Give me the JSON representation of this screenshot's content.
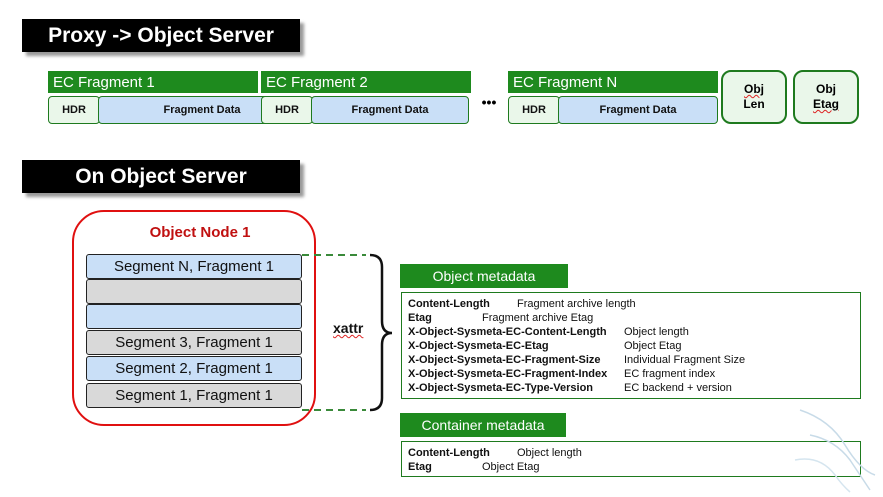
{
  "proxy_banner": "Proxy -> Object Server",
  "fragments": [
    {
      "title": "EC Fragment 1",
      "hdr": "HDR",
      "data": "Fragment Data"
    },
    {
      "title": "EC Fragment 2",
      "hdr": "HDR",
      "data": "Fragment Data"
    },
    {
      "title": "EC Fragment N",
      "hdr": "HDR",
      "data": "Fragment Data"
    }
  ],
  "ellipsis": "•••",
  "obj_len": {
    "line1": "Obj",
    "line2": "Len"
  },
  "obj_etag": {
    "line1": "Obj",
    "line2": "Etag"
  },
  "server_banner": "On Object Server",
  "node_title": "Object Node 1",
  "segments": [
    "Segment N, Fragment 1",
    "",
    "",
    "Segment 3, Fragment 1",
    "Segment 2, Fragment 1",
    "Segment 1, Fragment 1"
  ],
  "xattr": "xattr",
  "object_metadata": {
    "title": "Object metadata",
    "rows": [
      {
        "key": "Content-Length",
        "value": "Fragment archive length"
      },
      {
        "key": "Etag",
        "value": "Fragment archive Etag"
      },
      {
        "key": "X-Object-Sysmeta-EC-Content-Length",
        "value": "Object length"
      },
      {
        "key": "X-Object-Sysmeta-EC-Etag",
        "value": "Object Etag"
      },
      {
        "key": "X-Object-Sysmeta-EC-Fragment-Size",
        "value": "Individual Fragment Size"
      },
      {
        "key": "X-Object-Sysmeta-EC-Fragment-Index",
        "value": "EC fragment index"
      },
      {
        "key": "X-Object-Sysmeta-EC-Type-Version",
        "value": "EC backend + version"
      }
    ]
  },
  "container_metadata": {
    "title": "Container metadata",
    "rows": [
      {
        "key": "Content-Length",
        "value": "Object length"
      },
      {
        "key": "Etag",
        "value": "Object Etag"
      }
    ]
  },
  "colors": {
    "green": "#1e8a1e",
    "segment_blue": "#c9dff7",
    "segment_gray": "#d9d9d9",
    "node_border": "#e01010"
  }
}
